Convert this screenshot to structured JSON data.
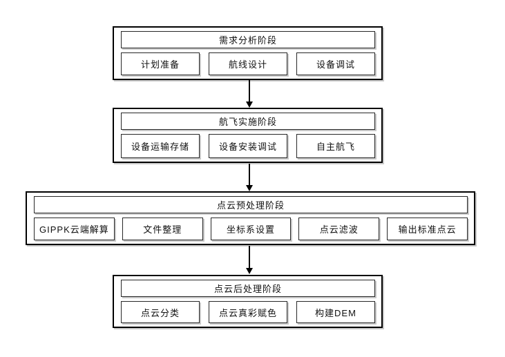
{
  "diagram": {
    "title": "UAV LiDAR point cloud workflow flowchart",
    "colors": {
      "background": "#ffffff",
      "outer_border": "#000000",
      "inner_border": "#262626",
      "shadow": "#c9c9c9",
      "text": "#111111",
      "arrow": "#000000"
    },
    "stages": [
      {
        "title": "需求分析阶段",
        "steps": [
          "计划准备",
          "航线设计",
          "设备调试"
        ]
      },
      {
        "title": "航飞实施阶段",
        "steps": [
          "设备运输存储",
          "设备安装调试",
          "自主航飞"
        ]
      },
      {
        "title": "点云预处理阶段",
        "steps": [
          "GIPPK云端解算",
          "文件整理",
          "坐标系设置",
          "点云滤波",
          "输出标准点云"
        ]
      },
      {
        "title": "点云后处理阶段",
        "steps": [
          "点云分类",
          "点云真彩赋色",
          "构建DEM"
        ]
      }
    ],
    "arrows": [
      {
        "from": "需求分析阶段",
        "to": "航飞实施阶段"
      },
      {
        "from": "航飞实施阶段",
        "to": "点云预处理阶段"
      },
      {
        "from": "点云预处理阶段",
        "to": "点云后处理阶段"
      }
    ]
  }
}
